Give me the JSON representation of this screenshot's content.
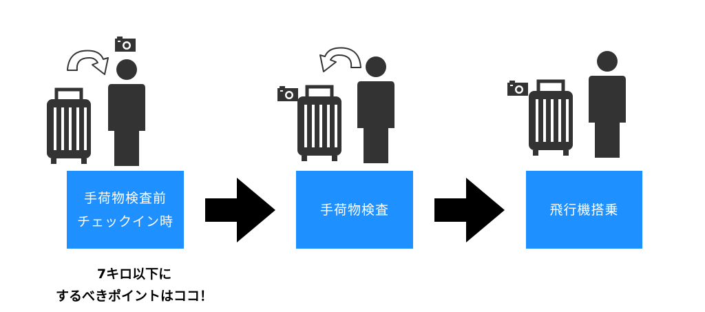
{
  "steps": [
    {
      "line1": "手荷物検査前",
      "line2": "チェックイン時"
    },
    {
      "line1": "手荷物検査"
    },
    {
      "line1": "飛行機搭乗"
    }
  ],
  "note": {
    "line1": "7キロ以下に",
    "line2": "するべきポイントはココ！"
  },
  "colors": {
    "box": "#1e90ff",
    "icon": "#333333",
    "arrow": "#000000"
  },
  "icons": [
    "suitcase-icon",
    "person-icon",
    "camera-icon",
    "curved-arrow-icon",
    "right-arrow-icon"
  ]
}
